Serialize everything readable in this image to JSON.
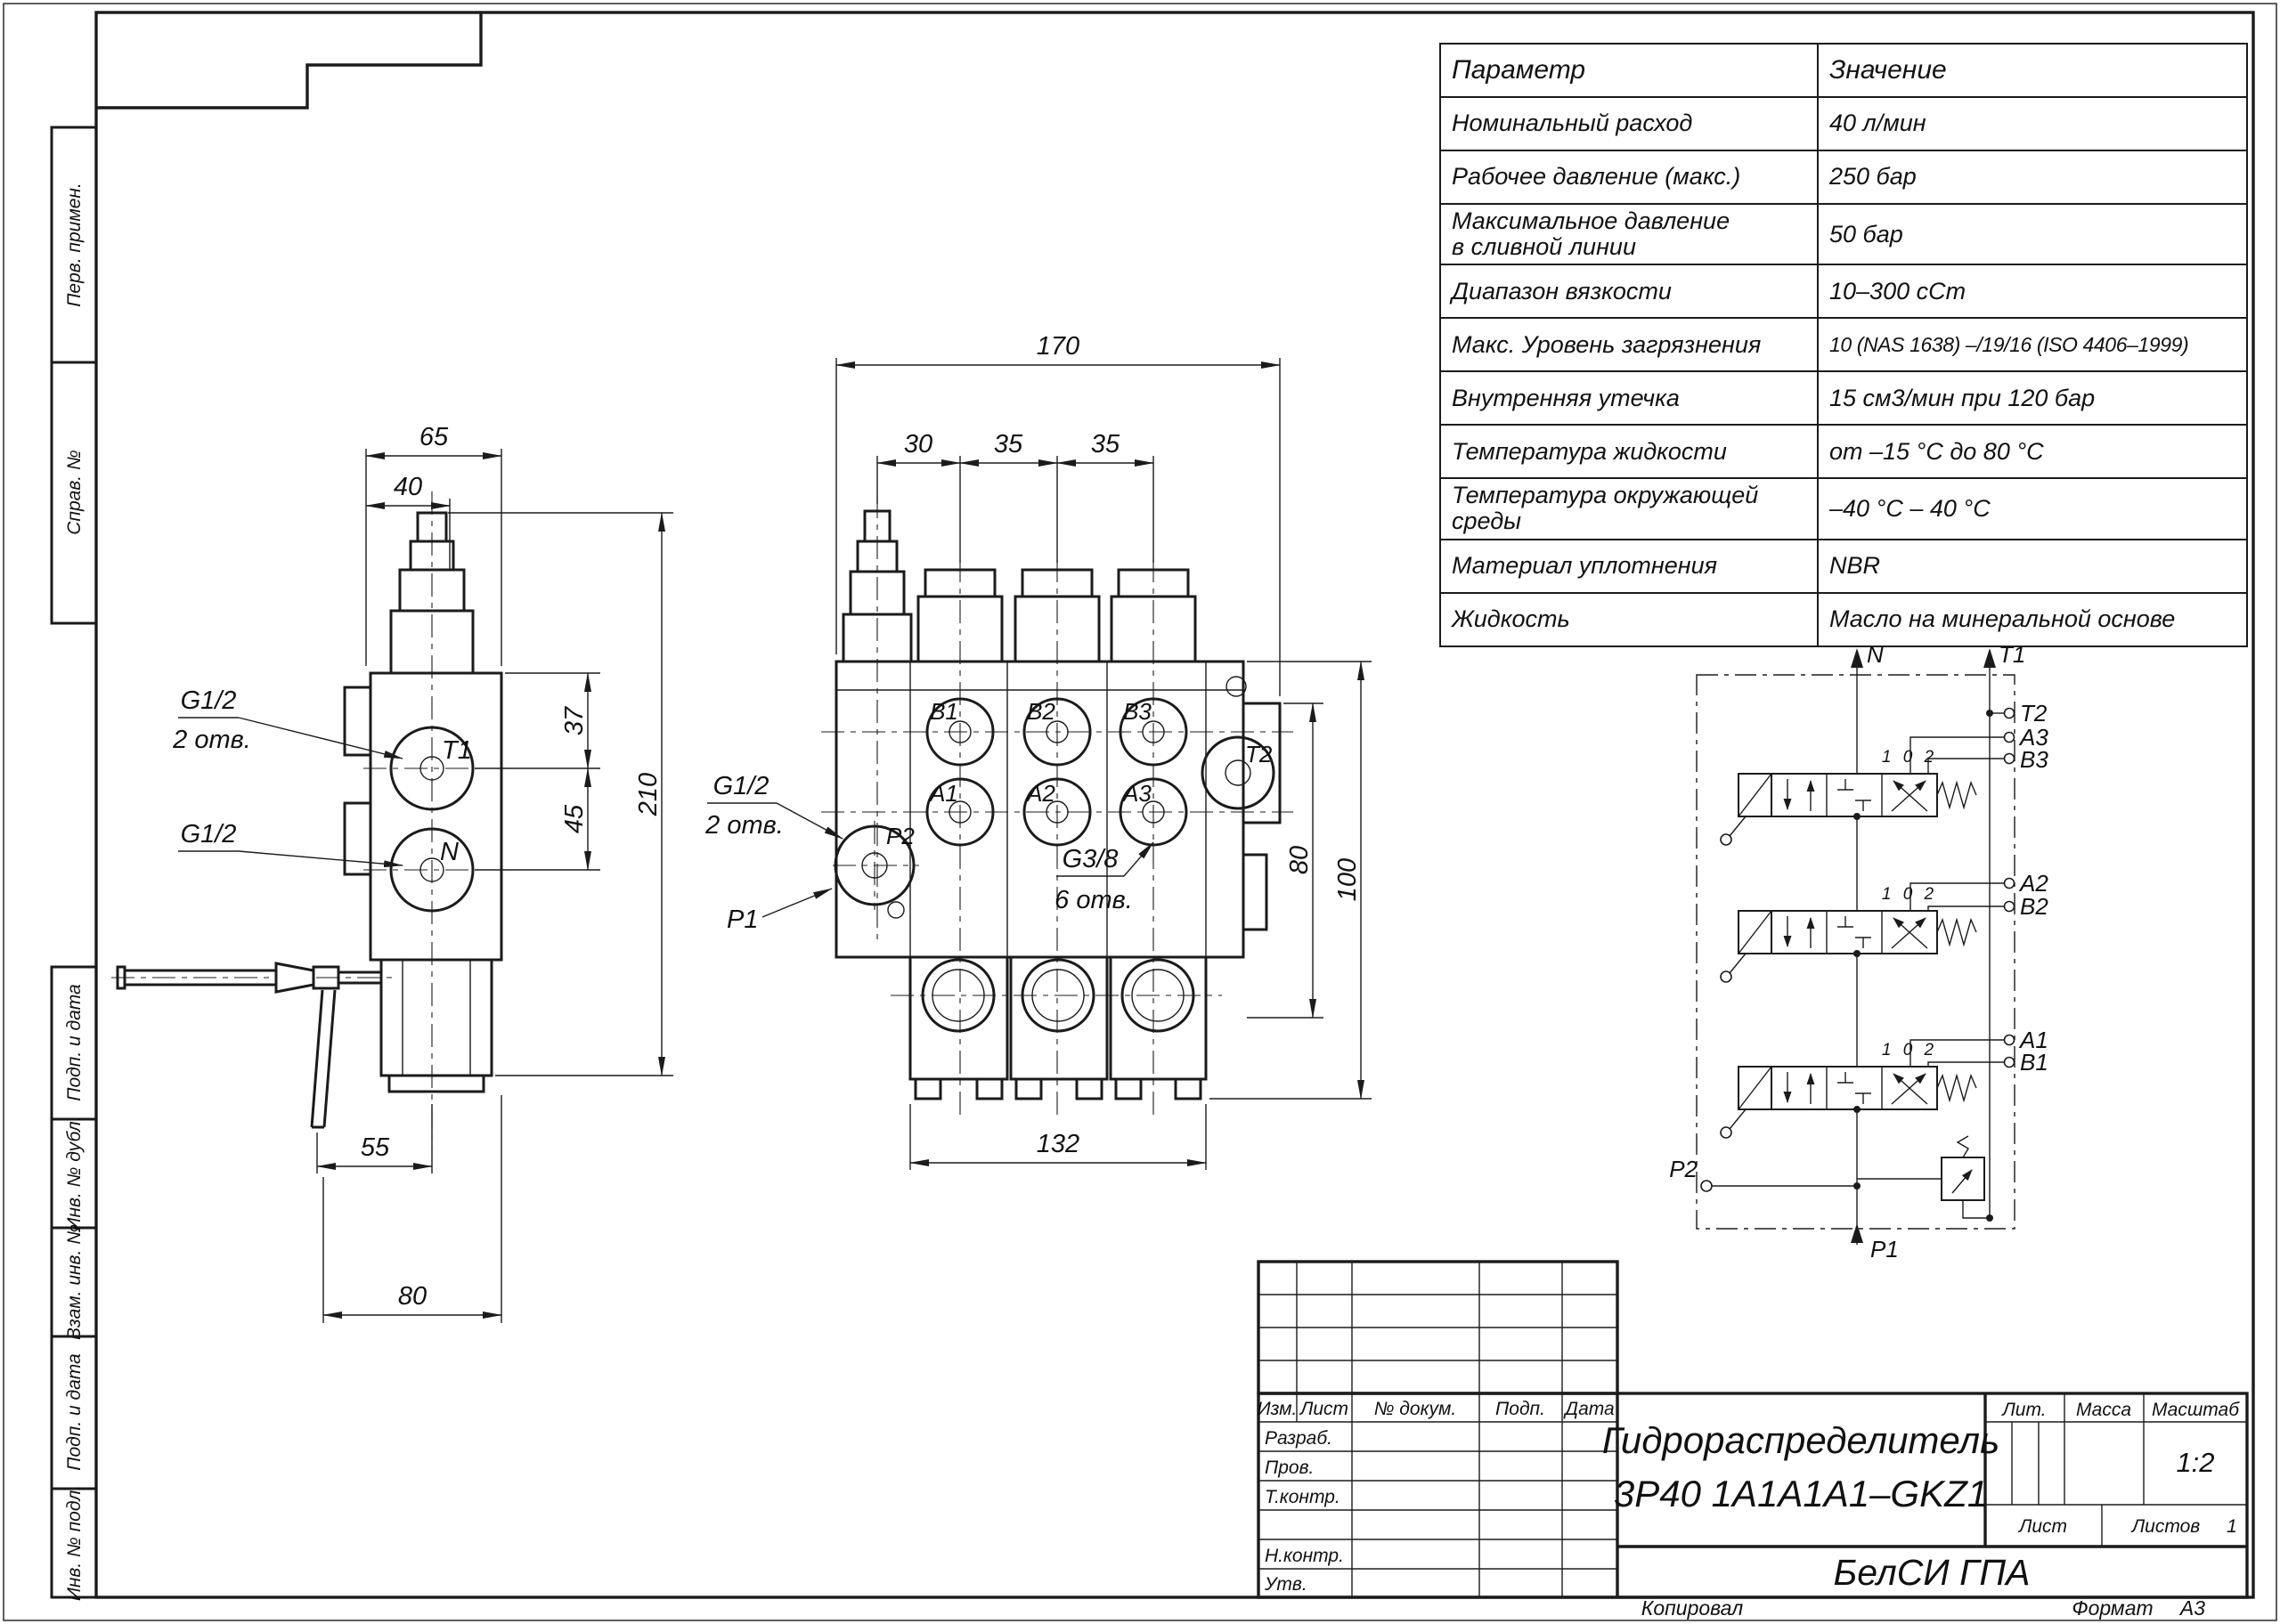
{
  "sheet": {
    "margin_labels": [
      "Перв. примен.",
      "Справ. №",
      "Подп. и дата",
      "Инв. № дубл.",
      "Взам. инв. №",
      "Подп. и дата",
      "Инв. № подл."
    ],
    "footer": {
      "copied": "Копировал",
      "format_label": "Формат",
      "format_value": "А3"
    }
  },
  "parameters_table": {
    "headers": [
      "Параметр",
      "Значение"
    ],
    "rows": [
      [
        "Номинальный расход",
        "40 л/мин"
      ],
      [
        "Рабочее давление (макс.)",
        "250 бар"
      ],
      [
        "Максимальное давление\nв сливной линии",
        "50 бар"
      ],
      [
        "Диапазон вязкости",
        "10–300 сСт"
      ],
      [
        "Макс. Уровень загрязнения",
        "10 (NAS 1638) –/19/16 (ISO 4406–1999)"
      ],
      [
        "Внутренняя утечка",
        "15 см3/мин при 120 бар"
      ],
      [
        "Температура жидкости",
        "от –15 °С до 80 °С"
      ],
      [
        "Температура окружающей\nсреды",
        "–40 °С – 40 °С"
      ],
      [
        "Материал уплотнения",
        "NBR"
      ],
      [
        "Жидкость",
        "Масло на минеральной основе"
      ]
    ]
  },
  "side_view": {
    "dims": {
      "w65": "65",
      "w40": "40",
      "h37": "37",
      "h45": "45",
      "h210": "210",
      "w55": "55",
      "w80": "80"
    },
    "labels": {
      "g12_top": "G1/2",
      "g12_top_qty": "2 отв.",
      "g12_bottom": "G1/2",
      "t1": "T1",
      "n": "N"
    }
  },
  "front_view": {
    "dims": {
      "w170": "170",
      "w30": "30",
      "w35a": "35",
      "w35b": "35",
      "h100": "100",
      "h80": "80",
      "w132": "132"
    },
    "labels": {
      "g12": "G1/2",
      "g12_qty": "2 отв.",
      "p1": "P1",
      "p2": "P2",
      "g38": "G3/8",
      "g38_qty": "6 отв.",
      "b1": "B1",
      "b2": "B2",
      "b3": "B3",
      "a1": "A1",
      "a2": "A2",
      "a3": "A3",
      "t2": "T2"
    }
  },
  "schematic": {
    "labels": {
      "n": "N",
      "t1": "T1",
      "t2": "T2",
      "a3": "A3",
      "b3": "B3",
      "a2": "A2",
      "b2": "B2",
      "a1": "A1",
      "b1": "B1",
      "p2": "P2",
      "p1": "P1"
    },
    "positions": "1 0 2"
  },
  "title_block": {
    "doc_name_line1": "Гидрораспределитель",
    "doc_name_line2": "3Р40 1А1А1А1–GKZ1",
    "change_header": {
      "izm": "Изм.",
      "list": "Лист",
      "doc_num": "№ докум.",
      "podp": "Подп.",
      "data": "Дата"
    },
    "roles": {
      "razrab": "Разраб.",
      "prov": "Пров.",
      "tkontr": "Т.контр.",
      "nkontr": "Н.контр.",
      "utv": "Утв."
    },
    "lit_label": "Лит.",
    "mass_label": "Масса",
    "scale_label": "Масштаб",
    "scale_value": "1:2",
    "sheet_label": "Лист",
    "sheets_label": "Листов",
    "sheets_value": "1",
    "company": "БелСИ ГПА"
  }
}
